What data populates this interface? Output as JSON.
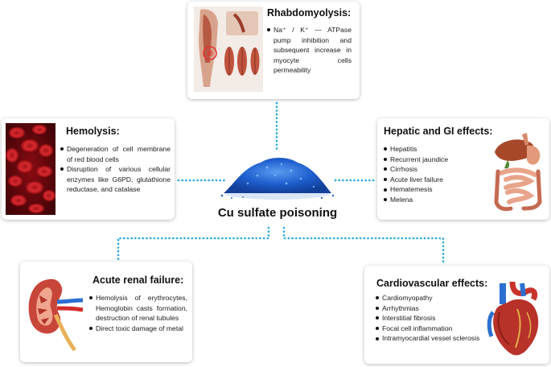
{
  "center": {
    "title": "Cu sulfate poisoning"
  },
  "rhabdo": {
    "title": "Rhabdomyolysis:",
    "items": [
      "Na⁺ / K⁺ — ATPase pump inhibition and subsequent increase in myocyte cells permeability"
    ]
  },
  "hemolysis": {
    "title": "Hemolysis:",
    "items": [
      "Degeneration of cell membrane of red blood cells",
      "Disruption of various cellular enzymes like G6PD, glutathione reductase, and catalase"
    ]
  },
  "hepatic": {
    "title": "Hepatic and GI effects:",
    "items": [
      "Hepatitis",
      "Recurrent jaundice",
      "Cirrhosis",
      "Acute liver failure",
      "Hematemesis",
      "Melena"
    ]
  },
  "renal": {
    "title": "Acute renal failure:",
    "items": [
      "Hemolysis of erythrocytes, Hemoglobin casts formation, destruction of renal tubules",
      "Direct toxic damage of metal"
    ]
  },
  "cardio": {
    "title": "Cardiovascular effects:",
    "items": [
      "Cardiomyopathy",
      "Arrhythmias",
      "Interstitial fibrosis",
      "Focal cell inflammation",
      "Intramyocardial vessel sclerosis"
    ]
  },
  "colors": {
    "connector": "#2aa9e0",
    "powder": "#1f5fcf",
    "blood": "#c8141c",
    "kidney": "#c0392b",
    "heart": "#b8322a"
  }
}
